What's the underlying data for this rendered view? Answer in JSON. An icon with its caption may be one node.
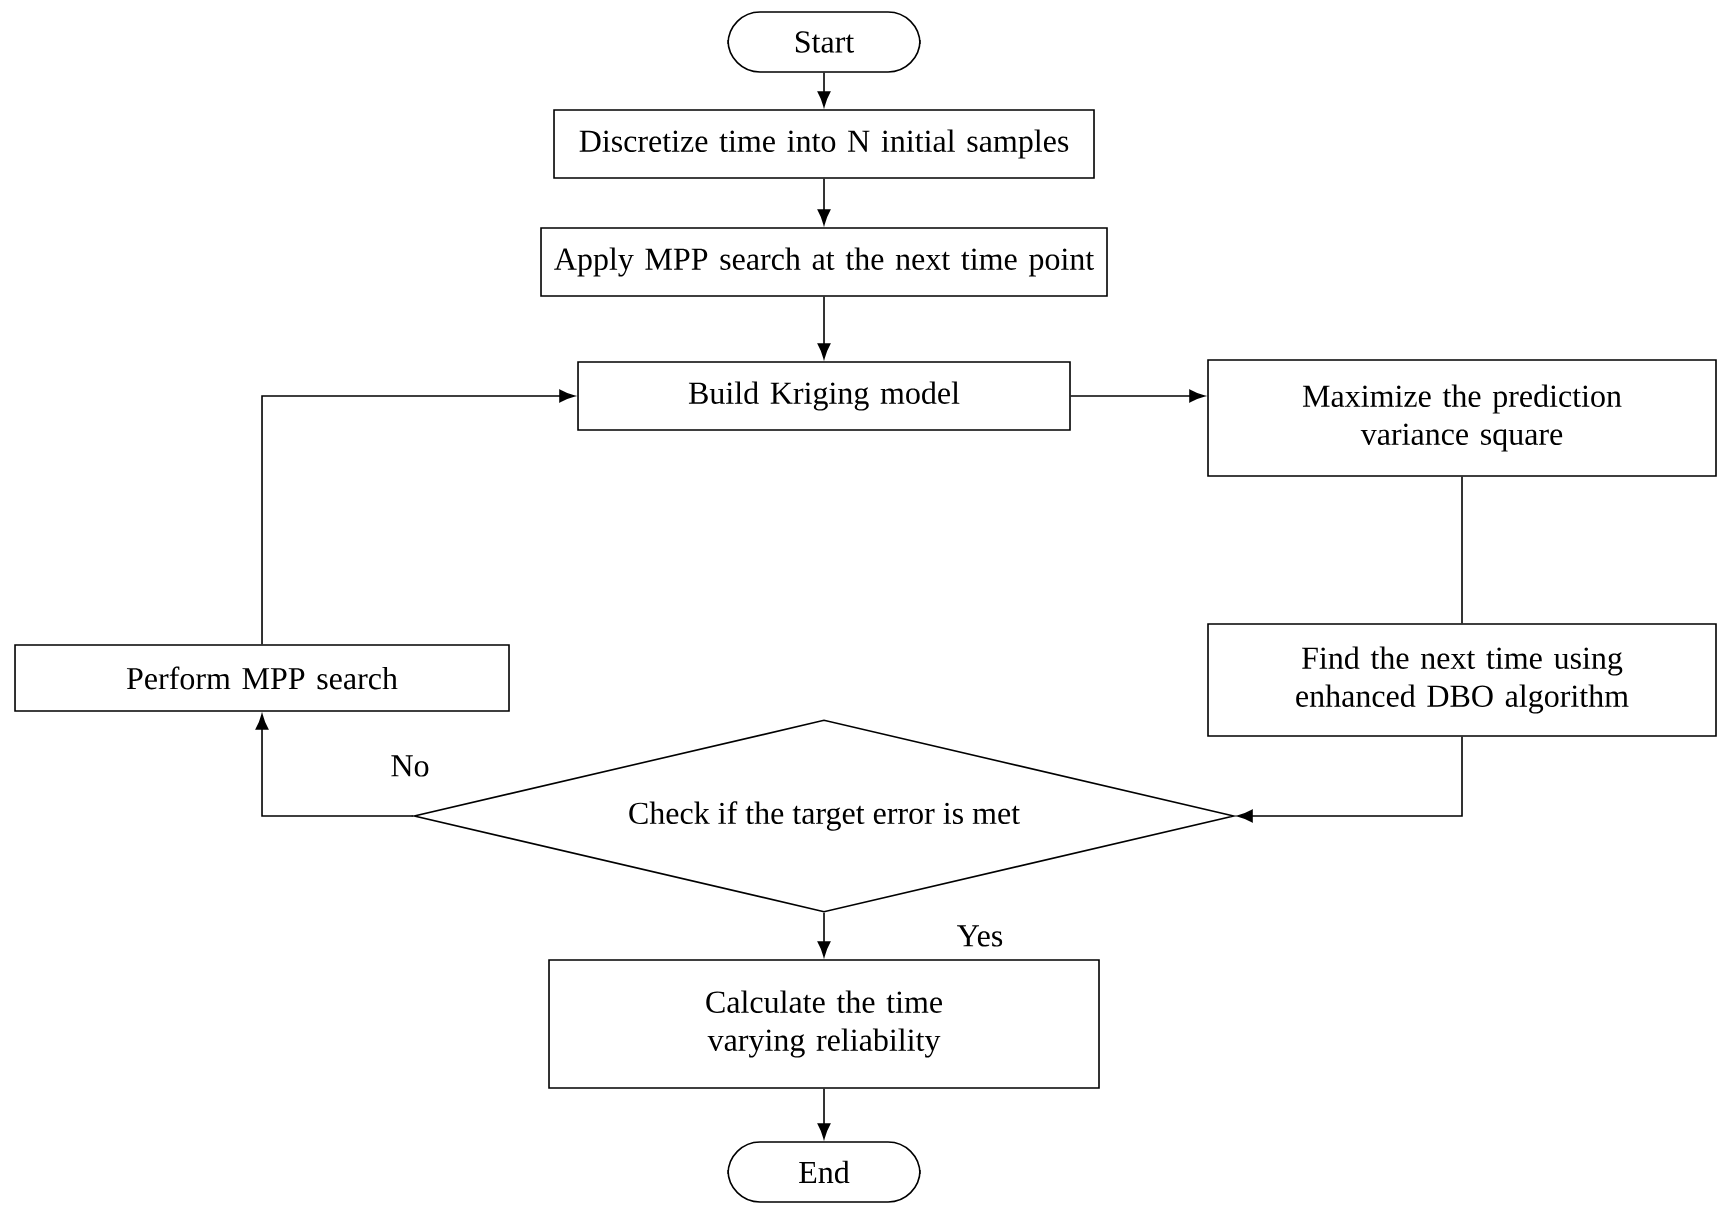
{
  "diagram": {
    "nodes": [
      {
        "text": [
          "Start"
        ]
      },
      {
        "text": [
          "Discretize time into N initial samples"
        ]
      },
      {
        "text": [
          "Apply MPP search at the next time point"
        ]
      },
      {
        "text": [
          "Build Kriging model"
        ]
      },
      {
        "text": [
          "Maximize the prediction variance square"
        ]
      },
      {
        "text": [
          "Find the next time using enhanced DBO algorithm"
        ]
      },
      {
        "text": [
          "Perform MPP search"
        ]
      },
      {
        "text": [
          "Check if the target error is met"
        ]
      },
      {
        "text": [
          "Calculate the time varying reliability"
        ]
      },
      {
        "text": [
          "End"
        ]
      }
    ],
    "edges": [
      {
        "from": 0,
        "to": 1,
        "arrow": "to"
      },
      {
        "from": 1,
        "to": 2,
        "arrow": "to"
      },
      {
        "from": 2,
        "to": 3,
        "arrow": "to"
      },
      {
        "from": 3,
        "to": 4,
        "arrow": "to"
      },
      {
        "from": 4,
        "to": 5,
        "arrow": "none"
      },
      {
        "from": 5,
        "to": 7,
        "arrow": "to"
      },
      {
        "from": 7,
        "to": 6,
        "arrow": "to",
        "label": "No"
      },
      {
        "from": 6,
        "to": 3,
        "arrow": "to"
      },
      {
        "from": 7,
        "to": 8,
        "arrow": "to",
        "label": "Yes"
      },
      {
        "from": 8,
        "to": 9,
        "arrow": "to"
      }
    ]
  }
}
